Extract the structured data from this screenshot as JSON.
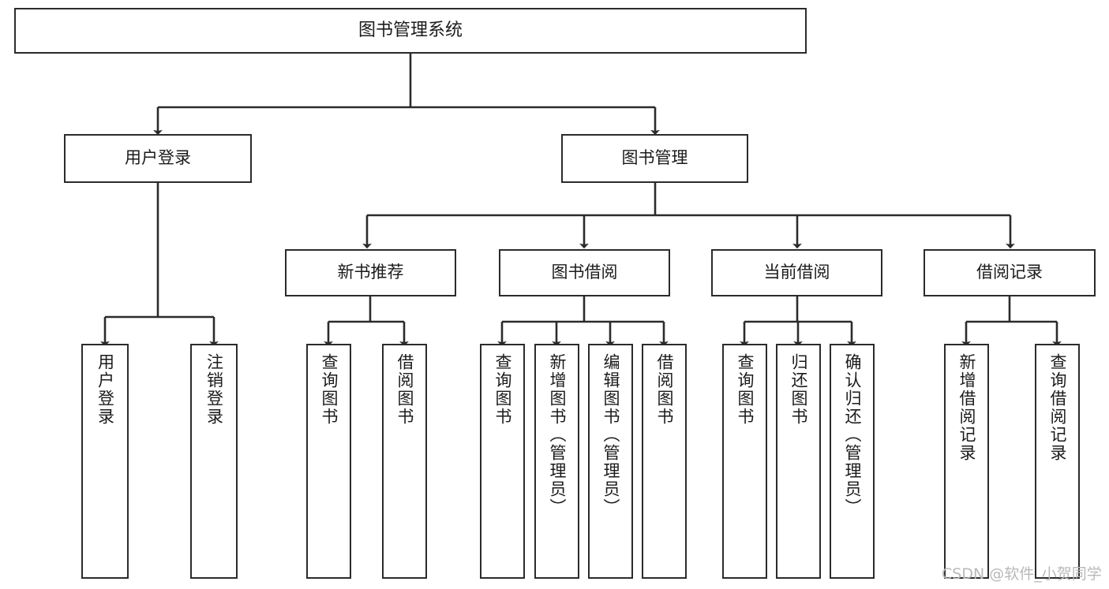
{
  "diagram": {
    "title": "图书管理系统",
    "type": "tree-hierarchy-chart",
    "root": {
      "label": "图书管理系统"
    },
    "level2": [
      {
        "label": "用户登录"
      },
      {
        "label": "图书管理"
      }
    ],
    "level3": [
      {
        "label": "新书推荐"
      },
      {
        "label": "图书借阅"
      },
      {
        "label": "当前借阅"
      },
      {
        "label": "借阅记录"
      }
    ],
    "leaves": {
      "user_login": [
        {
          "label": "用户登录"
        },
        {
          "label": "注销登录"
        }
      ],
      "new_book_recommend": [
        {
          "label": "查询图书"
        },
        {
          "label": "借阅图书"
        }
      ],
      "book_borrow": [
        {
          "label": "查询图书"
        },
        {
          "label": "新增图书（管理员）"
        },
        {
          "label": "编辑图书（管理员）"
        },
        {
          "label": "借阅图书"
        }
      ],
      "current_borrow": [
        {
          "label": "查询图书"
        },
        {
          "label": "归还图书"
        },
        {
          "label": "确认归还（管理员）"
        }
      ],
      "borrow_record": [
        {
          "label": "新增借阅记录"
        },
        {
          "label": "查询借阅记录"
        }
      ]
    }
  },
  "watermark": {
    "text": "CSDN @软件_小贺同学"
  },
  "colors": {
    "stroke": "#2b2b2b",
    "background": "#ffffff",
    "text": "#1b1b1b",
    "watermark": "#b9b9b9"
  }
}
